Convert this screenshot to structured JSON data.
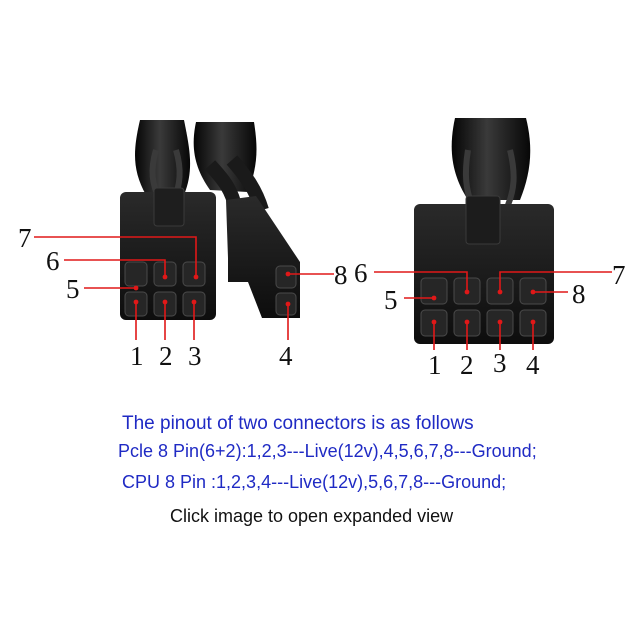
{
  "left_connector": {
    "name": "PCIe 8 Pin (6+2) connector",
    "pin_labels": [
      "1",
      "2",
      "3",
      "4",
      "5",
      "6",
      "7",
      "8"
    ]
  },
  "right_connector": {
    "name": "CPU 8 Pin connector",
    "pin_labels": [
      "1",
      "2",
      "3",
      "4",
      "5",
      "6",
      "7",
      "8"
    ]
  },
  "caption": {
    "title": "The pinout of two connectors is as follows",
    "pcie_line": "Pcle 8 Pin(6+2):1,2,3---Live(12v),4,5,6,7,8---Ground;",
    "cpu_line": "CPU 8 Pin :1,2,3,4---Live(12v),5,6,7,8---Ground;",
    "hint": "Click image to open expanded view"
  },
  "colors": {
    "callout_line": "#e01818",
    "caption_text": "#1f2ac4",
    "connector_body": "#141414",
    "pin_socket": "#262626"
  }
}
